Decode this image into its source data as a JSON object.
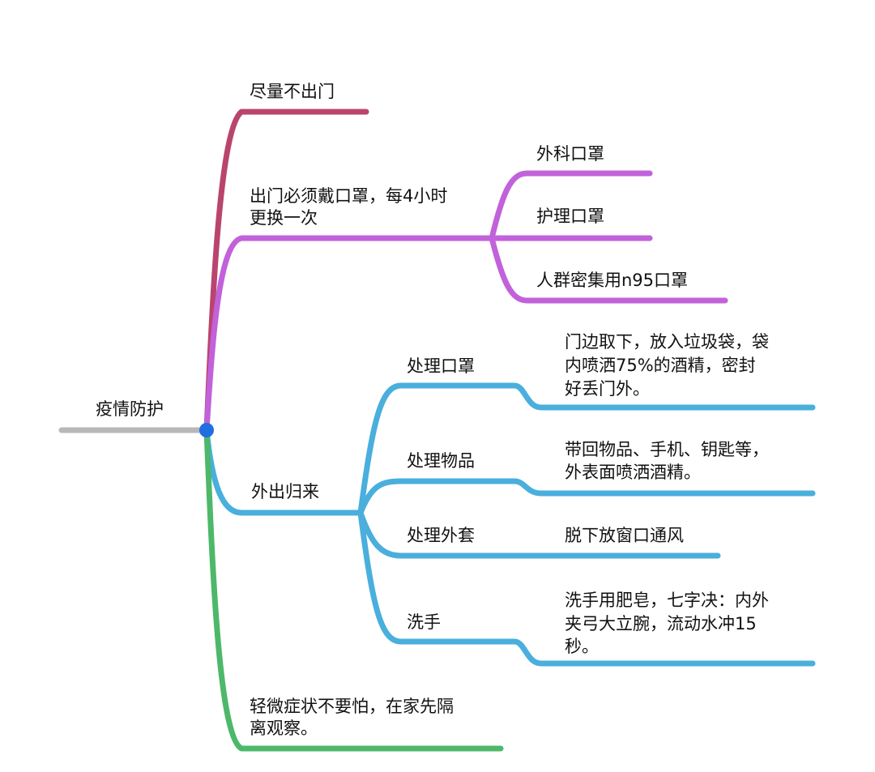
{
  "root": {
    "label": "疫情防护"
  },
  "colors": {
    "root": "#b8b8b8",
    "dot": "#1f6fe0",
    "red": "#b9456f",
    "purple": "#c262da",
    "blue": "#4aafdc",
    "green": "#4db86a"
  },
  "branches": {
    "stay_home": {
      "label": "尽量不出门"
    },
    "mask": {
      "line1": "出门必须戴口罩，每4小时",
      "line2": "更换一次",
      "children": [
        "外科口罩",
        "护理口罩",
        "人群密集用n95口罩"
      ]
    },
    "return": {
      "label": "外出归来",
      "children": [
        {
          "label": "处理口罩",
          "detail": [
            "门边取下，放入垃圾袋，袋",
            "内喷洒75%的酒精，密封",
            "好丢门外。"
          ]
        },
        {
          "label": "处理物品",
          "detail": [
            "带回物品、手机、钥匙等，",
            "外表面喷洒酒精。"
          ]
        },
        {
          "label": "处理外套",
          "detail": [
            "脱下放窗口通风"
          ]
        },
        {
          "label": "洗手",
          "detail": [
            "洗手用肥皂，七字决：内外",
            "夹弓大立腕，流动水冲15",
            "秒。"
          ]
        }
      ]
    },
    "mild": {
      "line1": "轻微症状不要怕，在家先隔",
      "line2": "离观察。"
    }
  }
}
